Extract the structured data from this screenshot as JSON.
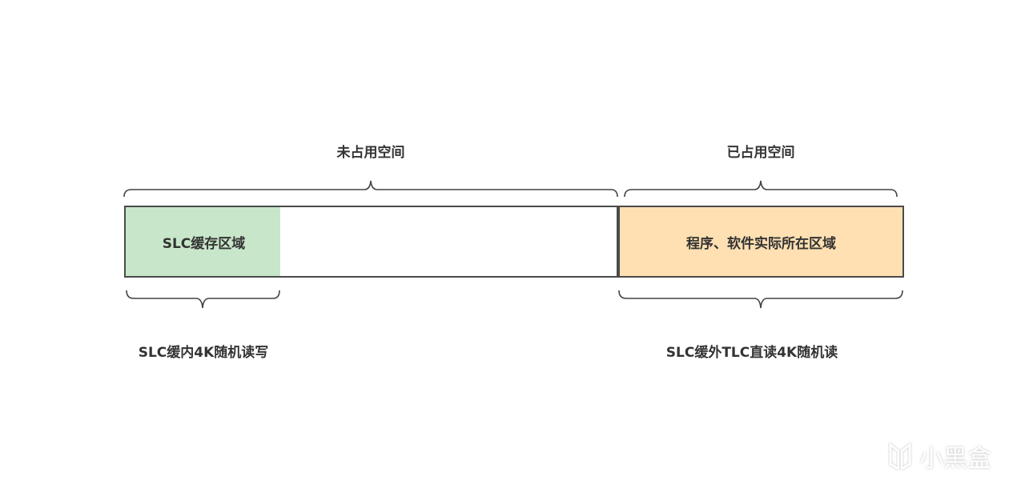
{
  "top_labels": {
    "unused": "未占用空间",
    "used": "已占用空间"
  },
  "blocks": {
    "slc_cache": {
      "label": "SLC缓存区域",
      "color": "#c8e6c9"
    },
    "empty": {
      "label": ""
    },
    "programs": {
      "label": "程序、软件实际所在区域",
      "color": "#ffe0b2"
    }
  },
  "bottom_labels": {
    "slc_inside": "SLC缓内4K随机读写",
    "slc_outside": "SLC缓外TLC直读4K随机读"
  },
  "watermark": "小黑盒"
}
